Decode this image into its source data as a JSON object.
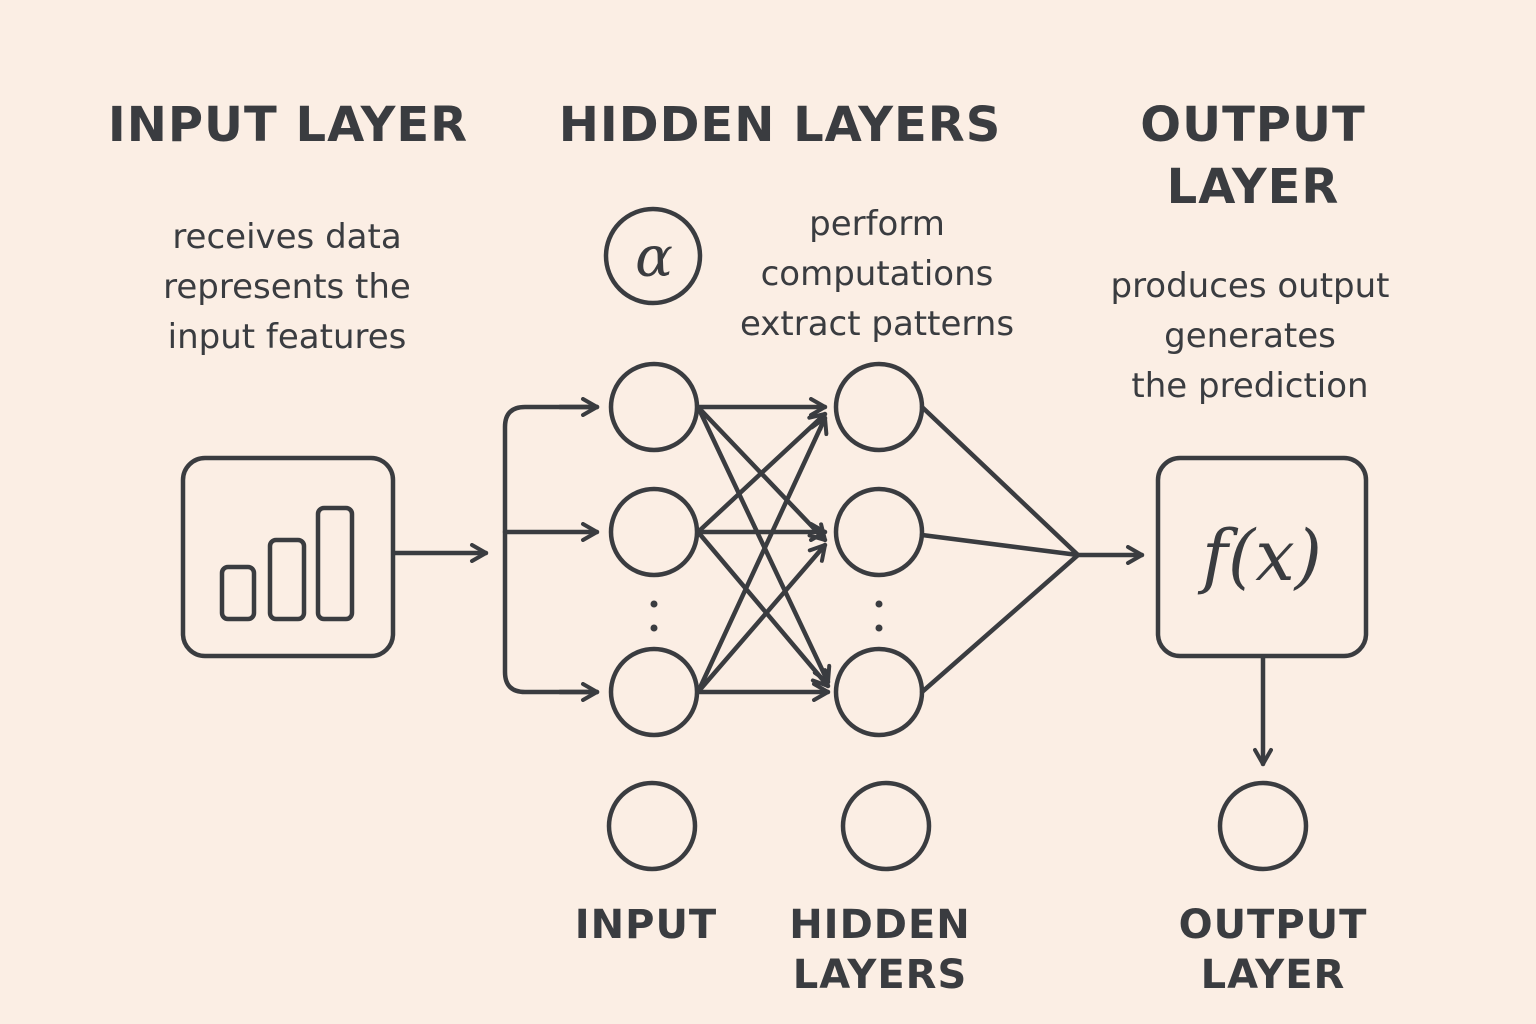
{
  "headers": {
    "input": "INPUT LAYER",
    "hidden": "HIDDEN LAYERS",
    "output": "OUTPUT\nLAYER"
  },
  "descriptions": {
    "input": "receives data\nrepresents the\ninput features",
    "hidden": "perform\ncomputations\nextract patterns",
    "output": "produces output\ngenerates\nthe prediction"
  },
  "hidden_symbol": "ɑ",
  "output_function": "f(x)",
  "footer_labels": {
    "input": "INPUT",
    "hidden": "HIDDEN\nLAYERS",
    "output": "OUTPUT\nLAYER"
  },
  "ellipsis": ":",
  "icons": {
    "input_box": "bar-chart-icon",
    "hidden_symbol": "activation-symbol-icon",
    "output_box": "function-icon"
  },
  "colors": {
    "background": "#fbeee4",
    "ink": "#3a3c40"
  }
}
